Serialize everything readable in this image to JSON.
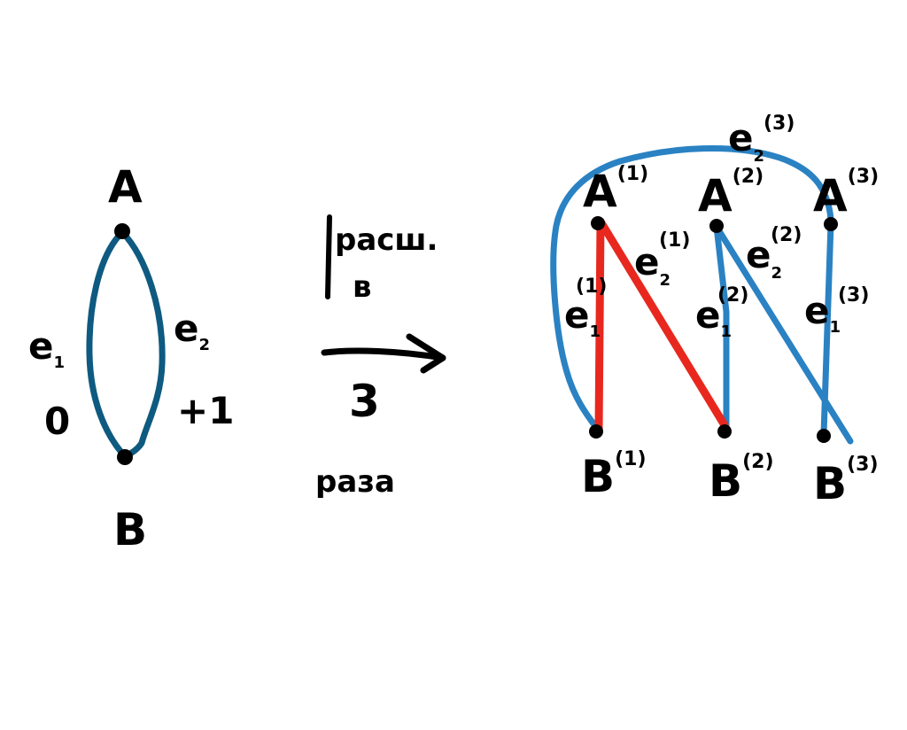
{
  "colors": {
    "ink": "#000000",
    "left_graph_edge": "#0e5a80",
    "cover_edge": "#2a82c3",
    "highlight_edge": "#e8281e",
    "background": "#ffffff"
  },
  "left_graph": {
    "vertex_top": "A",
    "vertex_bottom": "B",
    "edge1_base": "e",
    "edge1_sub": "1",
    "edge1_weight": "0",
    "edge2_base": "e",
    "edge2_sub": "2",
    "edge2_weight": "+1"
  },
  "transition": {
    "note_top_line1": "расш.",
    "note_top_line2": "в",
    "arrow_label": "3",
    "note_bottom": "раза"
  },
  "cover_graph": {
    "top_vertices": [
      {
        "base": "A",
        "sup": "(1)"
      },
      {
        "base": "A",
        "sup": "(2)"
      },
      {
        "base": "A",
        "sup": "(3)"
      }
    ],
    "bottom_vertices": [
      {
        "base": "B",
        "sup": "(1)"
      },
      {
        "base": "B",
        "sup": "(2)"
      },
      {
        "base": "B",
        "sup": "(3)"
      }
    ],
    "e1_labels": [
      {
        "base": "e",
        "sub": "1",
        "sup": "(1)"
      },
      {
        "base": "e",
        "sub": "1",
        "sup": "(2)"
      },
      {
        "base": "e",
        "sub": "1",
        "sup": "(3)"
      }
    ],
    "e2_labels": [
      {
        "base": "e",
        "sub": "2",
        "sup": "(1)"
      },
      {
        "base": "e",
        "sub": "2",
        "sup": "(2)"
      },
      {
        "base": "e",
        "sub": "2",
        "sup": "(3)"
      }
    ]
  }
}
